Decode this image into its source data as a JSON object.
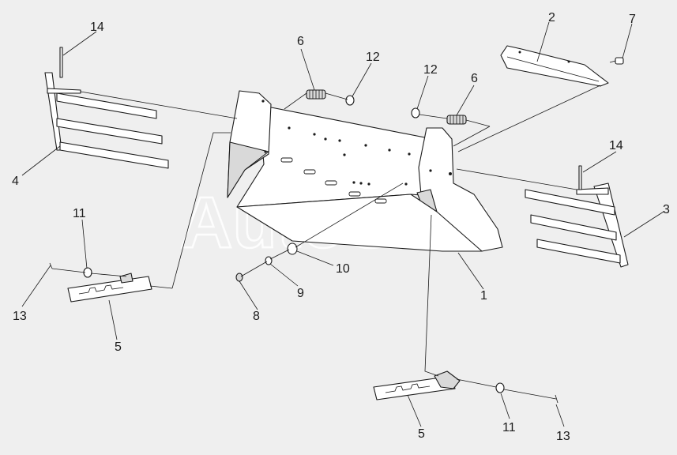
{
  "watermark": "AutoSoft",
  "callouts": {
    "c1": "1",
    "c2": "2",
    "c3": "3",
    "c4": "4",
    "c5a": "5",
    "c5b": "5",
    "c6a": "6",
    "c6b": "6",
    "c7": "7",
    "c8": "8",
    "c9": "9",
    "c10": "10",
    "c11a": "11",
    "c11b": "11",
    "c12a": "12",
    "c12b": "12",
    "c13a": "13",
    "c13b": "13",
    "c14a": "14",
    "c14b": "14"
  },
  "colors": {
    "background": "#efefef",
    "line": "#1a1a1a",
    "part": "#ffffff"
  }
}
